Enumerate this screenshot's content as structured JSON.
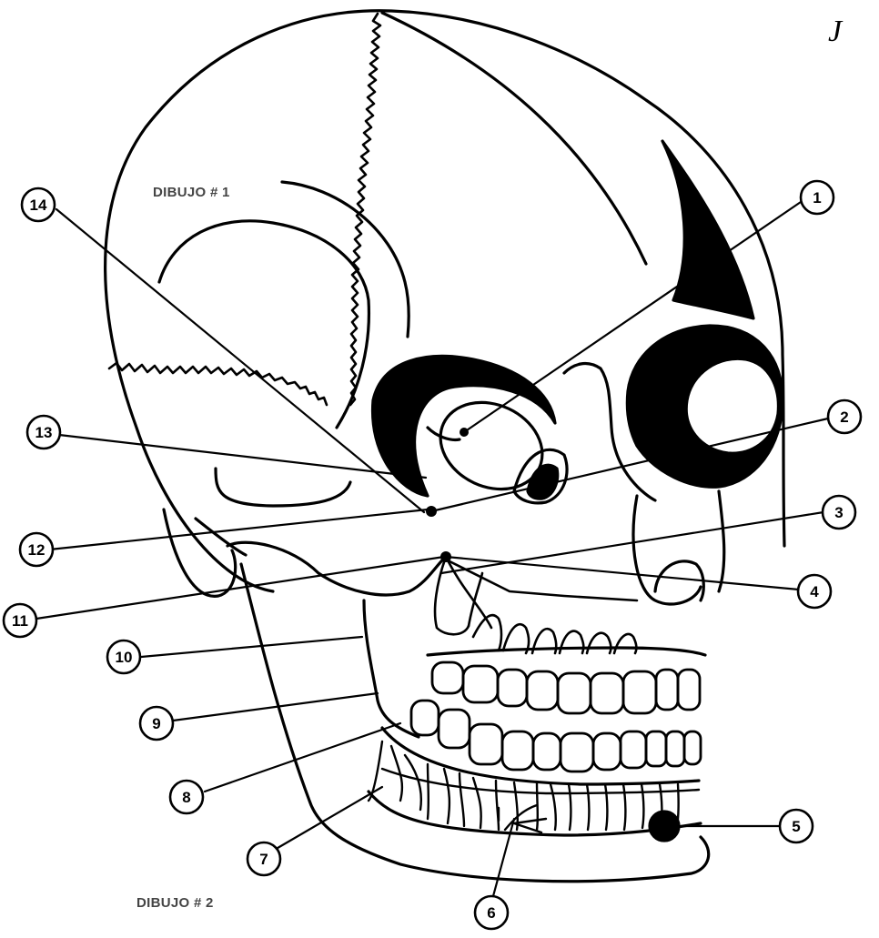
{
  "captions": {
    "drawing1": "DIBUJO # 1",
    "drawing2": "DIBUJO # 2"
  },
  "labels": [
    "1",
    "2",
    "3",
    "4",
    "5",
    "6",
    "7",
    "8",
    "9",
    "10",
    "11",
    "12",
    "13",
    "14"
  ],
  "corner_mark": "J",
  "colors": {
    "ink": "#000000",
    "paper": "#ffffff",
    "caption": "#444444"
  }
}
